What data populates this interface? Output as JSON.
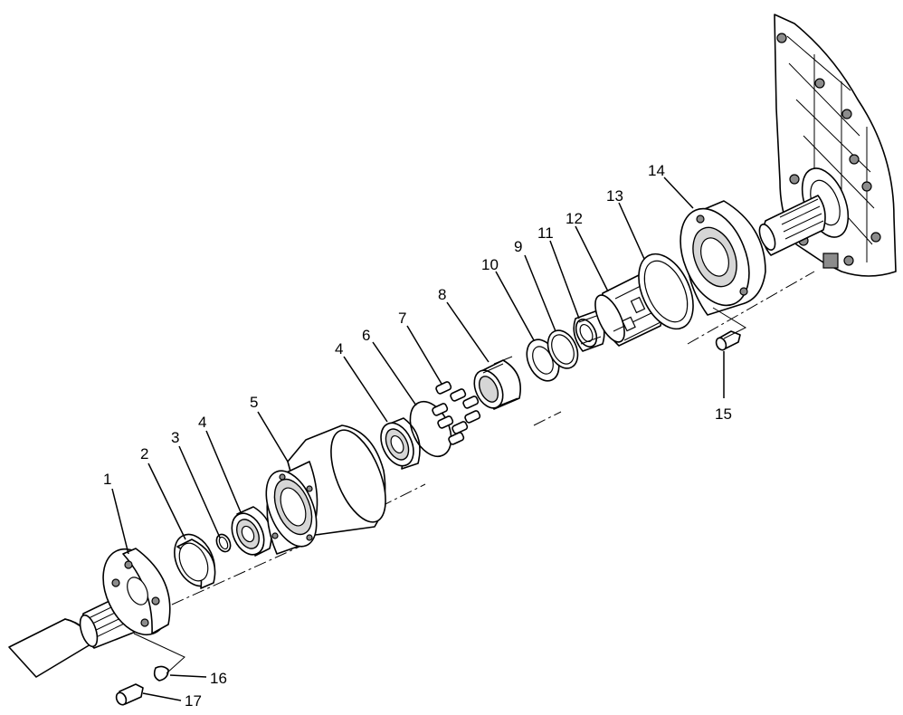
{
  "diagram": {
    "callouts": [
      "1",
      "2",
      "3",
      "4",
      "4",
      "5",
      "6",
      "7",
      "8",
      "9",
      "10",
      "11",
      "12",
      "13",
      "14",
      "15",
      "16",
      "17"
    ],
    "parts": [
      {
        "id": "p1",
        "label": "1"
      },
      {
        "id": "p2",
        "label": "2"
      },
      {
        "id": "p3",
        "label": "3"
      },
      {
        "id": "p4a",
        "label": "4"
      },
      {
        "id": "p4b",
        "label": "4"
      },
      {
        "id": "p5",
        "label": "5"
      },
      {
        "id": "p6",
        "label": "6"
      },
      {
        "id": "p7",
        "label": "7"
      },
      {
        "id": "p8",
        "label": "8"
      },
      {
        "id": "p9",
        "label": "9"
      },
      {
        "id": "p10",
        "label": "10"
      },
      {
        "id": "p11",
        "label": "11"
      },
      {
        "id": "p12",
        "label": "12"
      },
      {
        "id": "p13",
        "label": "13"
      },
      {
        "id": "p14",
        "label": "14"
      },
      {
        "id": "p15",
        "label": "15"
      },
      {
        "id": "p16",
        "label": "16"
      },
      {
        "id": "p17",
        "label": "17"
      }
    ]
  }
}
